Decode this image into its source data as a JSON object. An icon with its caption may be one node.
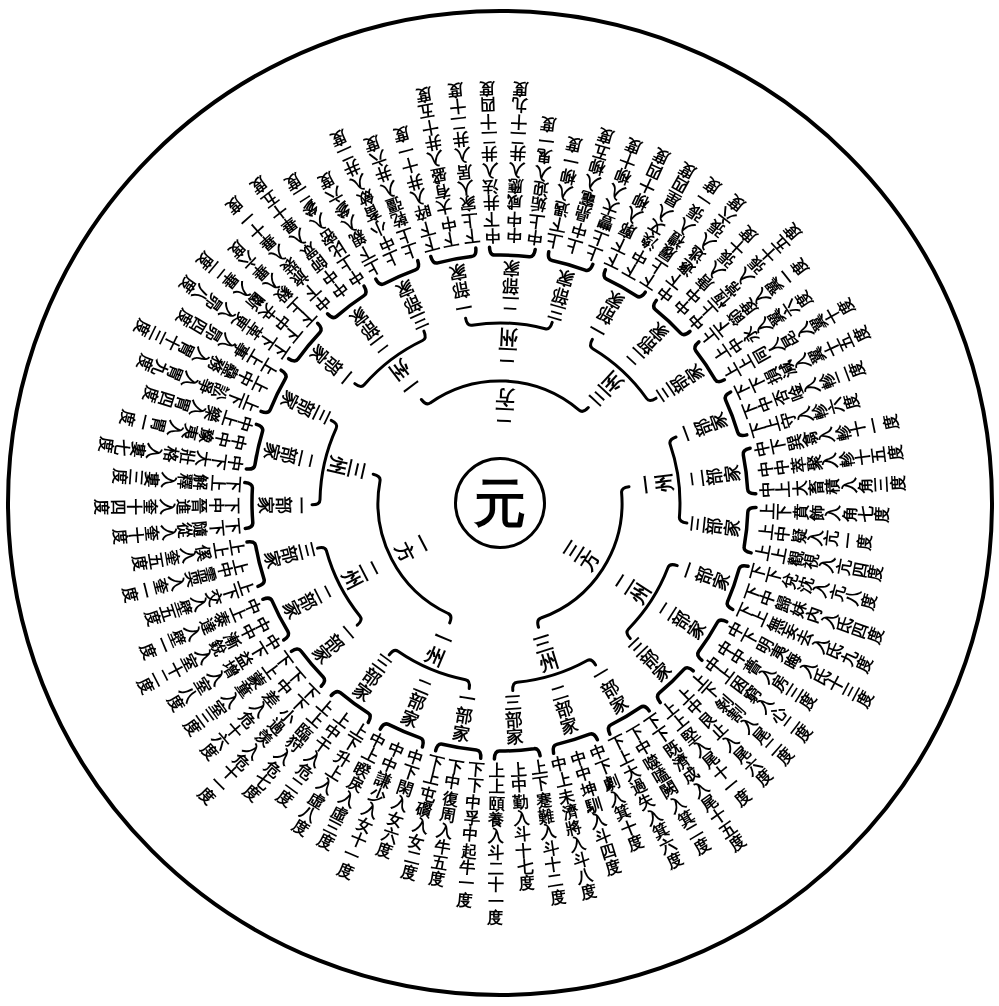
{
  "diagram": {
    "nodes": [
      {
        "text": [
          "元"
        ]
      }
    ],
    "labels": [
      "一方",
      "二方",
      "三方",
      "一州",
      "二州",
      "三州",
      "一州",
      "二州",
      "三州",
      "一州",
      "二州",
      "三州",
      "二部家",
      "三部家",
      "一部家",
      "二部家",
      "三部家",
      "一部家",
      "二部家",
      "三部家",
      "一部家",
      "二部家",
      "三部家",
      "一部家",
      "二部家",
      "一部家",
      "三部家",
      "二部家",
      "一部家",
      "三部家",
      "二部家",
      "一部家",
      "三部家",
      "二部家",
      "一部家",
      "三部家",
      "二部家",
      "一部家",
      "三部家",
      "下上解釋入婁三度",
      "中下大壯格入婁七度",
      "中中豫夷入胃一度",
      "中上樂入胃四度",
      "上下訟爭入胃九度",
      "上中蠱務入胃十三度",
      "上上事入昴四度",
      "下下革更入昴八度",
      "下中夬斷入畢二度",
      "下上毅入畢六度",
      "中下旅裝入畢十一度",
      "中中師眾入畢十五度",
      "中上比密入參二度",
      "上下親入參六度",
      "上中小畜斂入井二度",
      "上上乾彊入井六度",
      "下下睟入井十一度",
      "下中大有盛入井十五度",
      "下上家人居入井二十度",
      "中下井法入井二十四度",
      "中中咸應入井二十九度",
      "中上姤迎入鬼一度",
      "上下遇入柳一度",
      "上中鼎竈入柳五度",
      "上上豐大入柳十度",
      "下下廓入柳十四度",
      "下中渙文入星四度",
      "下上履禮入張一度",
      "中下遯逃入張六度",
      "中中唐入張十度",
      "中上恆常入張十五度",
      "上下節度入翼一度",
      "上中永入翼六度",
      "上上同人昆入翼十度",
      "下下損減入翼十五度",
      "下中否唫入軫二度",
      "下上守入軫六度",
      "中下巽翕入軫十一度",
      "中中萃聚入軫十五度",
      "中上大畜積入角三度",
      "下中晉進入奎十四度",
      "下下隨從入奎十度",
      "上上傒入奎五度",
      "上中需耎入奎一度",
      "上下交入壁五度",
      "中上泰達入壁一度",
      "中中漸銳入室十二度",
      "中下益增入室八度",
      "下上蒙童入室三度",
      "下中差入危十六度",
      "下下小過羡入危十一度",
      "上上臨狩入危七度",
      "上中干入危二度",
      "上下升上入虛八度",
      "中上睽戾入虛三度",
      "中中謙少入女十一度",
      "中下閑入女六度",
      "下上屯礥入女二度",
      "下中復周入牛五度",
      "下下中孚中起牛一度",
      "上上頤養入斗二十一度",
      "上中勤入斗十七度",
      "上下蹇難入斗十二度",
      "中上未濟將入斗八度",
      "中中坤馴入斗四度",
      "中下劇入箕十度",
      "下上大過失入箕六度",
      "下中噬嗑闕入箕二度",
      "下下既濟成入尾十五度",
      "上上堅入尾十一度",
      "上中艮止入尾六度",
      "上下剝割入尾二度",
      "中上困窮入心二度",
      "中中瞢入房三度",
      "中下明夷晦入氐十三度",
      "下上無妄去入氐九度",
      "下中歸妹內入氐四度",
      "下下兌沈入亢八度",
      "上上觀視入亢四度",
      "上中疑入亢一度",
      "上下賁飾入角七度"
    ]
  }
}
